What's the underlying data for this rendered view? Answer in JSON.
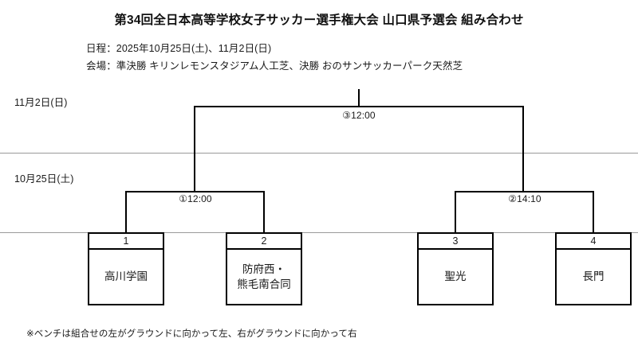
{
  "title": "第34回全日本高等学校女子サッカー選手権大会 山口県予選会  組み合わせ",
  "info": {
    "schedule": "日程：2025年10月25日(土)、11月2日(日)",
    "venue": "会場：準決勝  キリンレモンスタジアム人工芝、決勝  おのサンサッカーパーク天然芝"
  },
  "rounds": [
    {
      "key": "final",
      "date_label": "11月2日(日)"
    },
    {
      "key": "semifinal",
      "date_label": "10月25日(土)"
    }
  ],
  "matches": [
    {
      "id": "semifinal-1",
      "label": "①12:00",
      "number": "①",
      "time": "12:00"
    },
    {
      "id": "semifinal-2",
      "label": "②14:10",
      "number": "②",
      "time": "14:10"
    },
    {
      "id": "final",
      "label": "③12:00",
      "number": "③",
      "time": "12:00"
    }
  ],
  "teams": [
    {
      "seed": "1",
      "name": "高川学園"
    },
    {
      "seed": "2",
      "name": "防府西・\n熊毛南合同"
    },
    {
      "seed": "3",
      "name": "聖光"
    },
    {
      "seed": "4",
      "name": "長門"
    }
  ],
  "footer_note": "※ベンチは組合せの左がグラウンドに向かって左、右がグラウンドに向かって右",
  "colors": {
    "line": "#000000",
    "separator": "#9a9a9a",
    "text": "#1a1a1a",
    "background": "#ffffff"
  }
}
